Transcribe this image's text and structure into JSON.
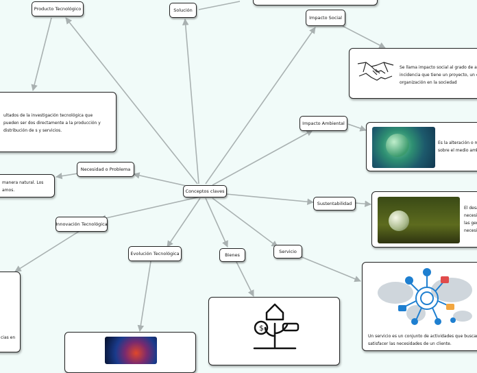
{
  "nodes": {
    "central": "Conceptos claves",
    "producto": "Producto Tecnológico",
    "solucion": "Solución",
    "impacto_social": "Impacto Social",
    "impacto_ambiental": "Impacto Ambiental",
    "necesidad": "Necesidad o Problema",
    "sustentabilidad": "Sustentabilidad",
    "innovacion": "Innovación Tecnológica",
    "evolucion": "Evolución Tecnológica",
    "bienes": "Bienes",
    "servicio": "Servicio"
  },
  "cards": {
    "producto_text": "ultados de la investigación tecnológica que pueden ser dos directamente a la producción y distribución de s y servicios.",
    "necesidad_text": "manera natural. Los amos.",
    "impacto_social_text": "Se llama impacto social al grado de afe incidencia que tiene un proyecto, un eve organización en la sociedad",
    "impacto_ambiental_text": "Es la alteración o m sobre el medio amb",
    "sustentabilidad_text": "El desa necesid las gen necesid",
    "servicio_text": "Un servicio es un conjunto de actividades que buscan satisfacer las necesidades de un cliente.",
    "innovacion_text": "cias en"
  },
  "colors": {
    "background": "#f1fbf9",
    "edge": "#a9b1b1",
    "node_border": "#222222",
    "network_blue": "#1e7fd0"
  },
  "icons": [
    "handshake-icon",
    "globe-planet-image",
    "crystal-globe-image",
    "network-services-icon",
    "growth-plant-icon",
    "abstract-tech-image"
  ]
}
